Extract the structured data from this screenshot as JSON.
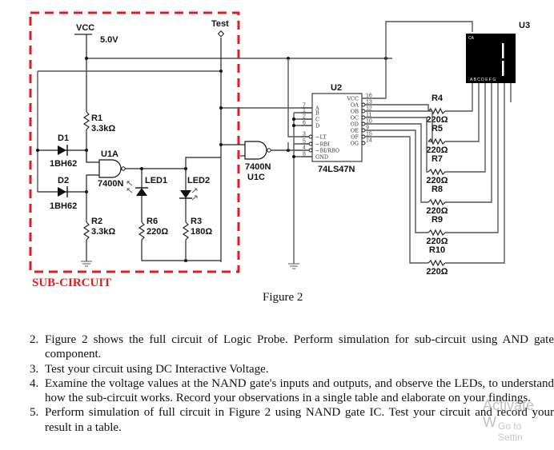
{
  "figure": {
    "caption": "Figure 2",
    "subcircuit_label": "SUB-CIRCUIT",
    "subcircuit_border_color": "#e31b1b",
    "components": {
      "vcc": {
        "label": "VCC",
        "value": "5.0V"
      },
      "test_probe": {
        "label": "Test"
      },
      "r1": {
        "label": "R1",
        "value": "3.3kΩ"
      },
      "r2": {
        "label": "R2",
        "value": "3.3kΩ"
      },
      "r3": {
        "label": "R3",
        "value": "180Ω"
      },
      "r6": {
        "label": "R6",
        "value": "220Ω"
      },
      "d1": {
        "label": "D1",
        "part": "1BH62"
      },
      "d2": {
        "label": "D2",
        "part": "1BH62"
      },
      "u1a": {
        "label": "U1A",
        "part": "7400N"
      },
      "u1c": {
        "label": "U1C",
        "part": "7400N"
      },
      "led1": {
        "label": "LED1"
      },
      "led2": {
        "label": "LED2"
      },
      "u2": {
        "label": "U2",
        "part": "74LS47N",
        "left_pins": [
          {
            "num": "7",
            "name": "A"
          },
          {
            "num": "1",
            "name": "B"
          },
          {
            "num": "2",
            "name": "C"
          },
          {
            "num": "6",
            "name": "D"
          },
          {
            "num": "3",
            "name": "~LT"
          },
          {
            "num": "5",
            "name": "~RBI"
          },
          {
            "num": "4",
            "name": "~BI/RBO"
          },
          {
            "num": "8",
            "name": "GND"
          }
        ],
        "right_pins": [
          {
            "num": "16",
            "name": "VCC"
          },
          {
            "num": "13",
            "name": "OA"
          },
          {
            "num": "12",
            "name": "OB"
          },
          {
            "num": "11",
            "name": "OC"
          },
          {
            "num": "10",
            "name": "OD"
          },
          {
            "num": "9",
            "name": "OE"
          },
          {
            "num": "15",
            "name": "OF"
          },
          {
            "num": "14",
            "name": "OG"
          }
        ]
      },
      "u3": {
        "label": "U3",
        "type_label": "CA",
        "segments": "A B C D E F G",
        "digit": "1"
      },
      "resistors_out": [
        {
          "label": "R4",
          "value": "220Ω"
        },
        {
          "label": "R5",
          "value": "220Ω"
        },
        {
          "label": "R7",
          "value": "220Ω"
        },
        {
          "label": "R8",
          "value": "220Ω"
        },
        {
          "label": "R9",
          "value": "220Ω"
        },
        {
          "label": "R10",
          "value": "220Ω"
        }
      ]
    }
  },
  "instructions": [
    {
      "num": 2,
      "text": "Figure 2 shows the full circuit of Logic Probe. Perform simulation for sub-circuit using AND gate component."
    },
    {
      "num": 3,
      "text": "Test your circuit using DC Interactive Voltage."
    },
    {
      "num": 4,
      "text": "Examine the voltage values at the NAND gate's inputs and outputs, and observe the LEDs, to understand how the sub-circuit works. Record your observations in a single table and elaborate on your findings."
    },
    {
      "num": 5,
      "text": "Perform simulation of full circuit in Figure 2 using NAND gate IC. Test your circuit and record your result in a table."
    }
  ],
  "watermark": {
    "line1": "Activate W",
    "line2": "Go to Settin"
  }
}
